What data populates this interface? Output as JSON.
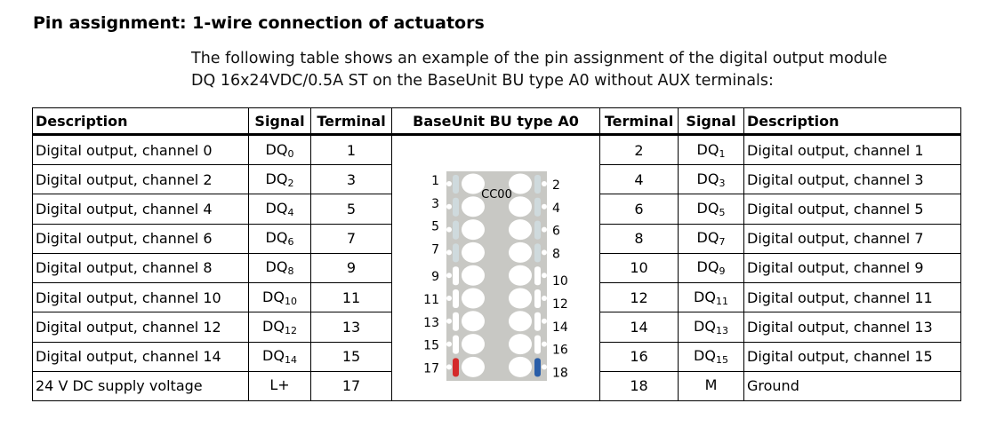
{
  "title": "Pin assignment: 1-wire connection of actuators",
  "intro": [
    "The following table shows an example of the pin assignment of the digital output module",
    "DQ 16x24VDC/0.5A ST on the BaseUnit BU type A0 without AUX terminals:"
  ],
  "headers": [
    "Description",
    "Signal",
    "Terminal",
    "BaseUnit BU type A0",
    "Terminal",
    "Signal",
    "Description"
  ],
  "diagram": {
    "label": "CC00",
    "left_terminals": [
      "1",
      "3",
      "5",
      "7",
      "9",
      "11",
      "13",
      "15",
      "17"
    ],
    "right_terminals": [
      "2",
      "4",
      "6",
      "8",
      "10",
      "12",
      "14",
      "16",
      "18"
    ],
    "colors": {
      "body": "#c8c8c4",
      "red": "#d42a2a",
      "blue": "#2a5ea8",
      "slot": "#cfdadd"
    }
  },
  "rows": [
    {
      "ld": "Digital output, channel 0",
      "ls": "DQ",
      "lsub": "0",
      "lt": "1",
      "rt": "2",
      "rs": "DQ",
      "rsub": "1",
      "rd": "Digital output, channel 1"
    },
    {
      "ld": "Digital output, channel 2",
      "ls": "DQ",
      "lsub": "2",
      "lt": "3",
      "rt": "4",
      "rs": "DQ",
      "rsub": "3",
      "rd": "Digital output, channel 3"
    },
    {
      "ld": "Digital output, channel 4",
      "ls": "DQ",
      "lsub": "4",
      "lt": "5",
      "rt": "6",
      "rs": "DQ",
      "rsub": "5",
      "rd": "Digital output, channel 5"
    },
    {
      "ld": "Digital output, channel 6",
      "ls": "DQ",
      "lsub": "6",
      "lt": "7",
      "rt": "8",
      "rs": "DQ",
      "rsub": "7",
      "rd": "Digital output, channel 7"
    },
    {
      "ld": "Digital output, channel 8",
      "ls": "DQ",
      "lsub": "8",
      "lt": "9",
      "rt": "10",
      "rs": "DQ",
      "rsub": "9",
      "rd": "Digital output, channel 9"
    },
    {
      "ld": "Digital output, channel 10",
      "ls": "DQ",
      "lsub": "10",
      "lt": "11",
      "rt": "12",
      "rs": "DQ",
      "rsub": "11",
      "rd": "Digital output, channel 11"
    },
    {
      "ld": "Digital output, channel 12",
      "ls": "DQ",
      "lsub": "12",
      "lt": "13",
      "rt": "14",
      "rs": "DQ",
      "rsub": "13",
      "rd": "Digital output, channel 13"
    },
    {
      "ld": "Digital output, channel 14",
      "ls": "DQ",
      "lsub": "14",
      "lt": "15",
      "rt": "16",
      "rs": "DQ",
      "rsub": "15",
      "rd": "Digital output, channel 15"
    },
    {
      "ld": "24 V DC supply voltage",
      "ls": "L+",
      "lsub": "",
      "lt": "17",
      "rt": "18",
      "rs": "M",
      "rsub": "",
      "rd": "Ground"
    }
  ]
}
